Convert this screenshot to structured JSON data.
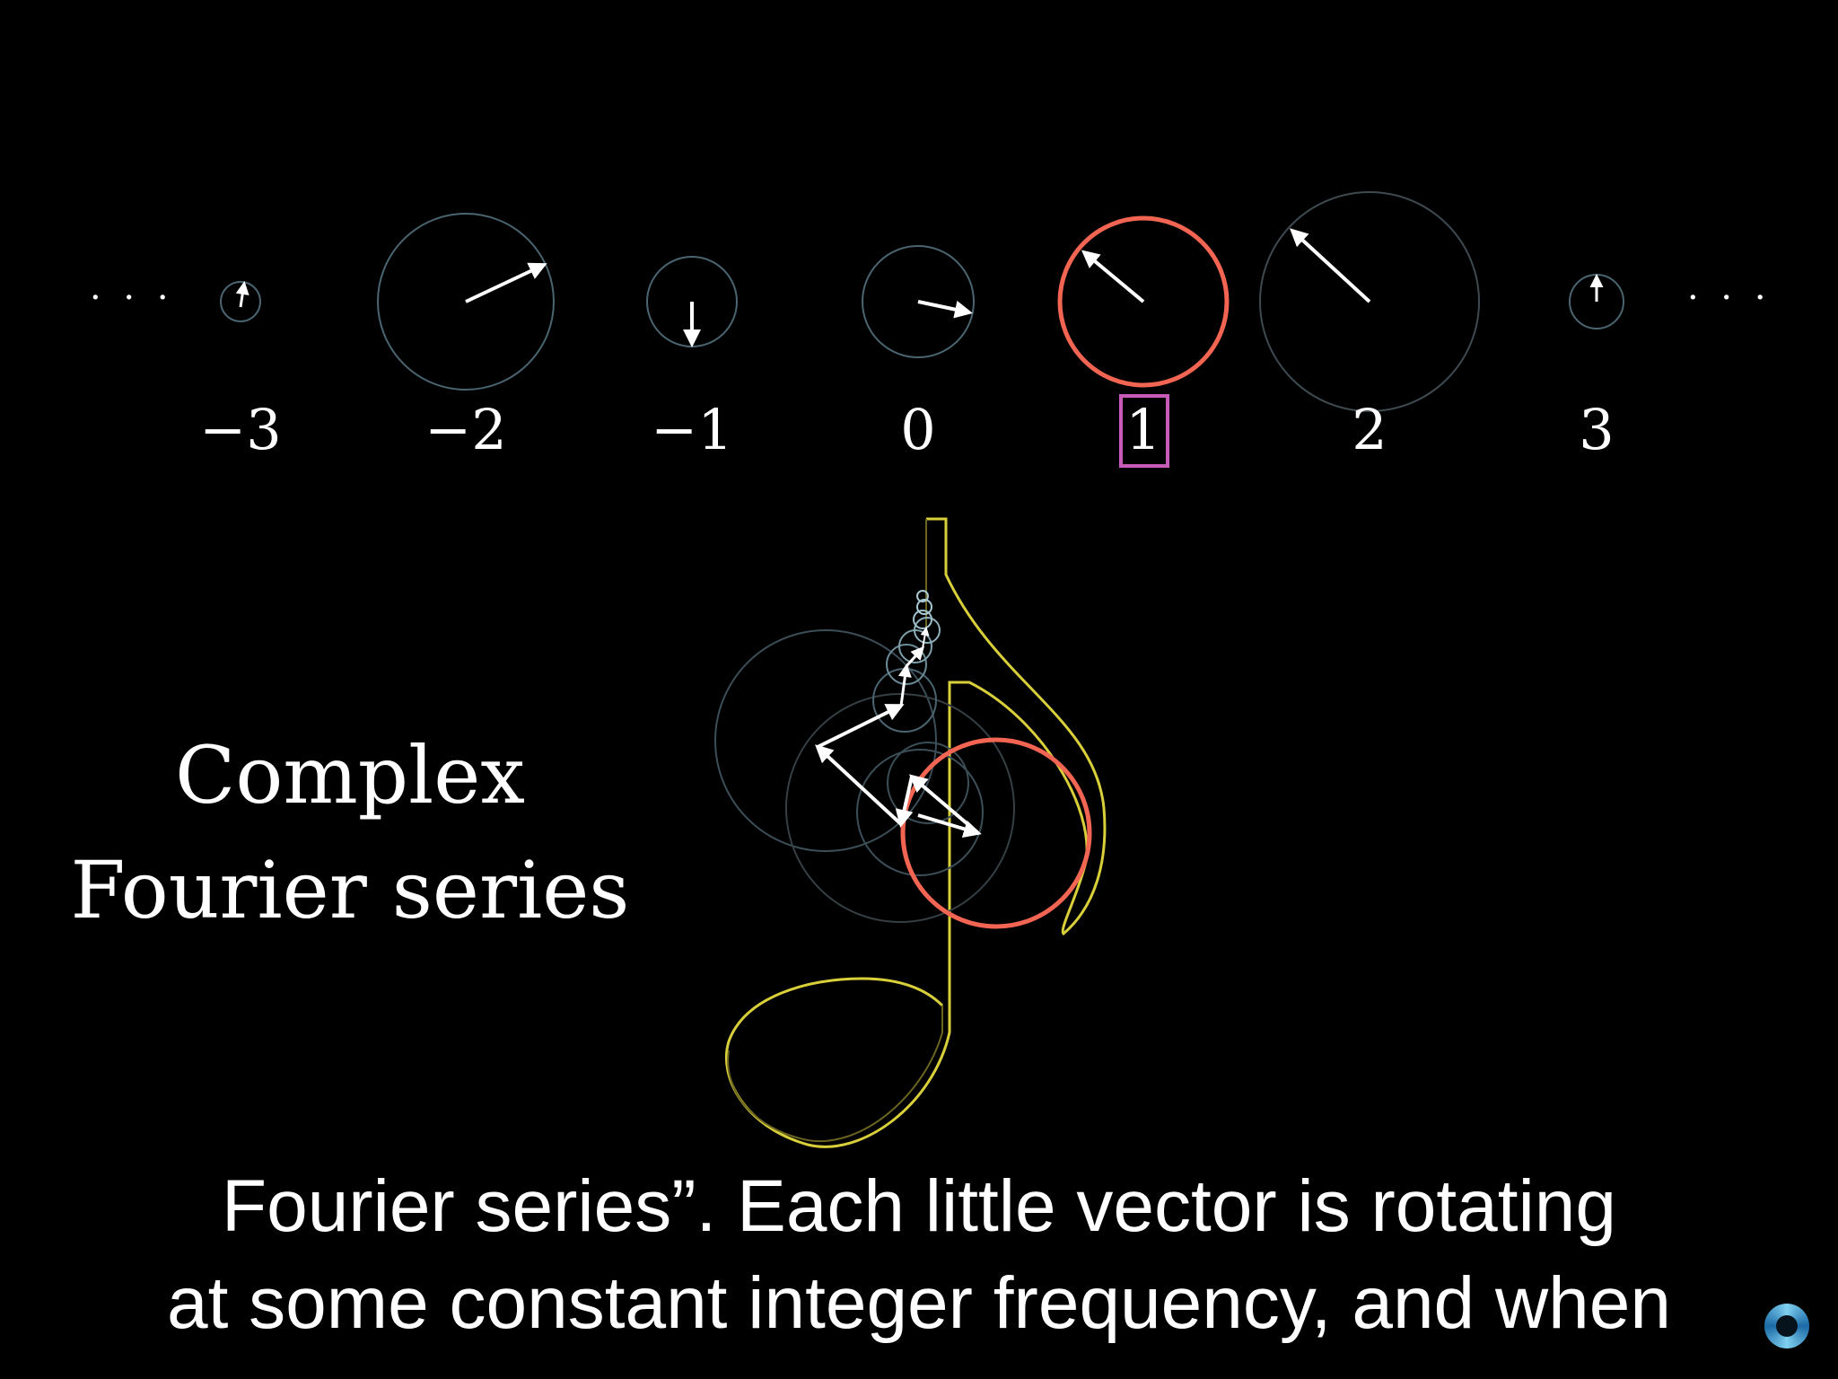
{
  "frequencies": [
    "−3",
    "−2",
    "−1",
    "0",
    "1",
    "2",
    "3"
  ],
  "highlighted_frequency": "1",
  "ellipsis_left": "· · ·",
  "ellipsis_right": "· · ·",
  "title": {
    "line1": "Complex",
    "line2": "Fourier series"
  },
  "subtitle": {
    "line1": "Fourier series”. Each little vector is rotating",
    "line2": "at some constant integer frequency, and when"
  },
  "colors": {
    "background": "#000000",
    "circle_outline": "#4a6470",
    "highlight_circle": "#f26552",
    "highlight_box": "#c85ab8",
    "trace": "#d8cf3a",
    "vector": "#ffffff",
    "text": "#ffffff"
  },
  "icons": [
    "loading-spinner-icon"
  ]
}
